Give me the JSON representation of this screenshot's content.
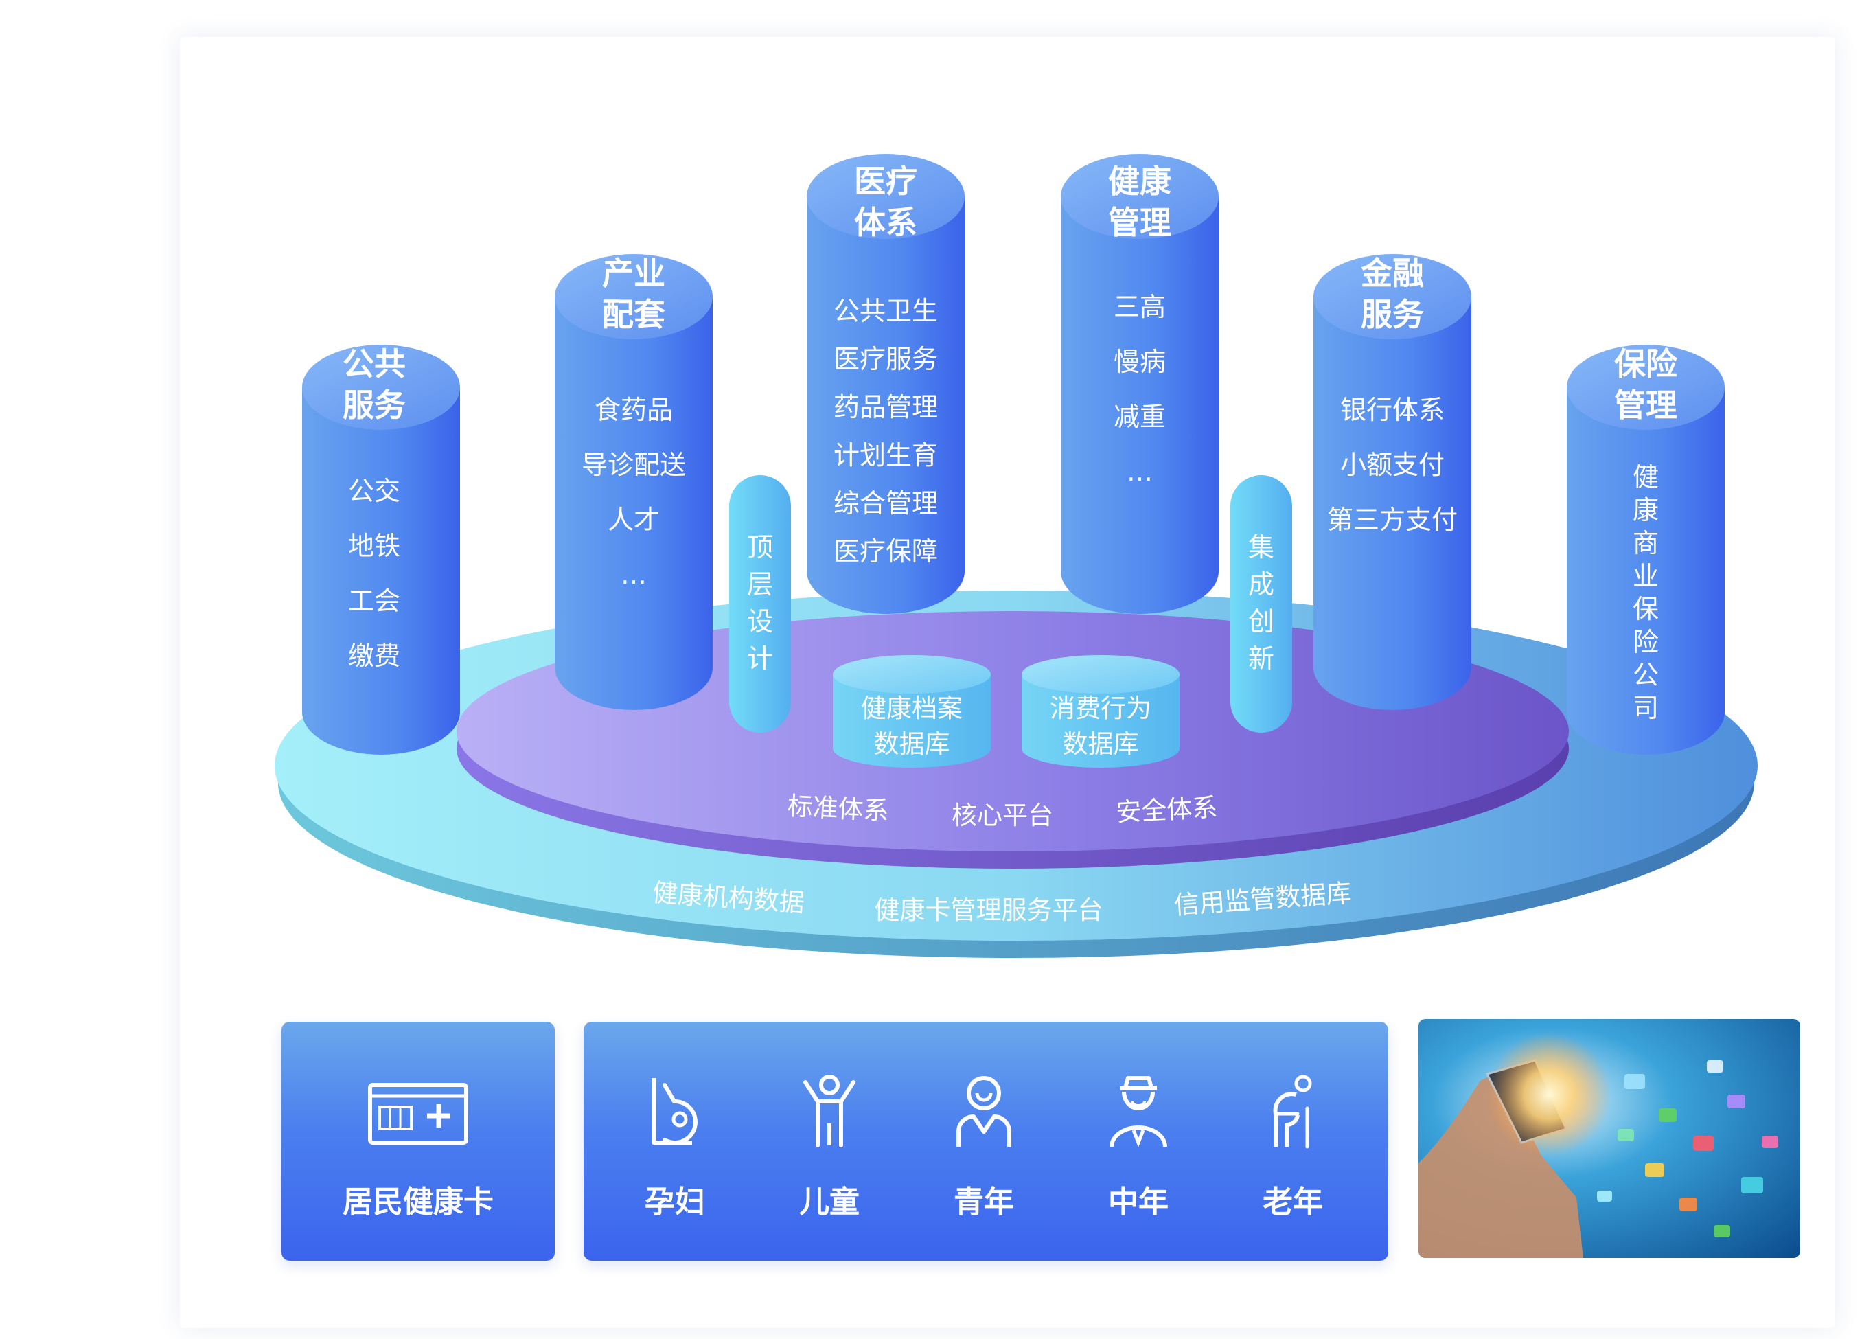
{
  "pillars": [
    {
      "title_line1": "公共",
      "title_line2": "服务",
      "items": [
        "公交",
        "地铁",
        "工会",
        "缴费"
      ]
    },
    {
      "title_line1": "产业",
      "title_line2": "配套",
      "items": [
        "食药品",
        "导诊配送",
        "人才",
        "…"
      ]
    },
    {
      "title_line1": "医疗",
      "title_line2": "体系",
      "items": [
        "公共卫生",
        "医疗服务",
        "药品管理",
        "计划生育",
        "综合管理",
        "医疗保障"
      ]
    },
    {
      "title_line1": "健康",
      "title_line2": "管理",
      "items": [
        "三高",
        "慢病",
        "减重",
        "…"
      ]
    },
    {
      "title_line1": "金融",
      "title_line2": "服务",
      "items": [
        "银行体系",
        "小额支付",
        "第三方支付"
      ]
    },
    {
      "title_line1": "保险",
      "title_line2": "管理",
      "vertical_text": [
        "健",
        "康",
        "商",
        "业",
        "保",
        "险",
        "公",
        "司"
      ]
    }
  ],
  "side_pillars": {
    "left": [
      "顶",
      "层",
      "设",
      "计"
    ],
    "right": [
      "集",
      "成",
      "创",
      "新"
    ]
  },
  "databases": [
    {
      "line1": "健康档案",
      "line2": "数据库"
    },
    {
      "line1": "消费行为",
      "line2": "数据库"
    }
  ],
  "inner_platform_labels": [
    "标准体系",
    "核心平台",
    "安全体系"
  ],
  "outer_platform_labels": [
    "健康机构数据",
    "健康卡管理服务平台",
    "信用监管数据库"
  ],
  "health_card": {
    "label": "居民健康卡"
  },
  "groups": [
    {
      "label": "孕妇",
      "icon": "pregnant-woman-icon"
    },
    {
      "label": "儿童",
      "icon": "child-icon"
    },
    {
      "label": "青年",
      "icon": "young-person-icon"
    },
    {
      "label": "中年",
      "icon": "middle-aged-person-icon"
    },
    {
      "label": "老年",
      "icon": "elderly-person-icon"
    }
  ],
  "colors": {
    "pillar_blue": "#4e86ef",
    "platform_purple": "#8a70e0",
    "platform_cyan": "#8fe3f5"
  }
}
